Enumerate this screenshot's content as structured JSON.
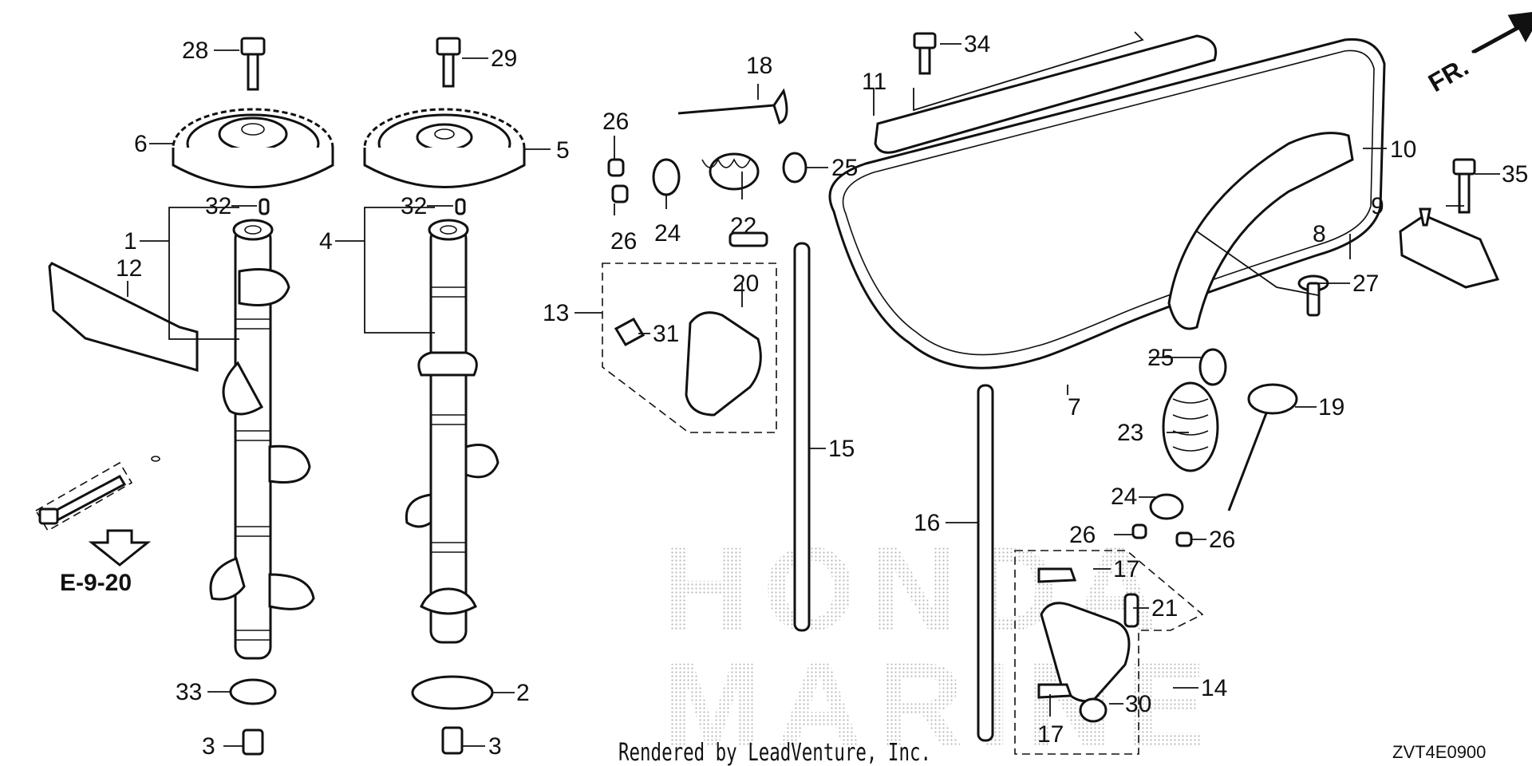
{
  "diagram": {
    "callouts": [
      "1",
      "2",
      "3",
      "3",
      "4",
      "5",
      "6",
      "7",
      "8",
      "9",
      "10",
      "11",
      "12",
      "13",
      "14",
      "15",
      "16",
      "17",
      "17",
      "18",
      "19",
      "20",
      "21",
      "22",
      "23",
      "24",
      "24",
      "25",
      "25",
      "26",
      "26",
      "26",
      "26",
      "27",
      "28",
      "29",
      "30",
      "31",
      "32",
      "32",
      "33",
      "34",
      "35"
    ],
    "reference_link": "E-9-20",
    "orientation_label": "FR.",
    "credit": "Rendered by LeadVenture, Inc.",
    "diagram_code": "ZVT4E0900",
    "watermark": [
      "HONDA",
      "MARINE"
    ]
  }
}
